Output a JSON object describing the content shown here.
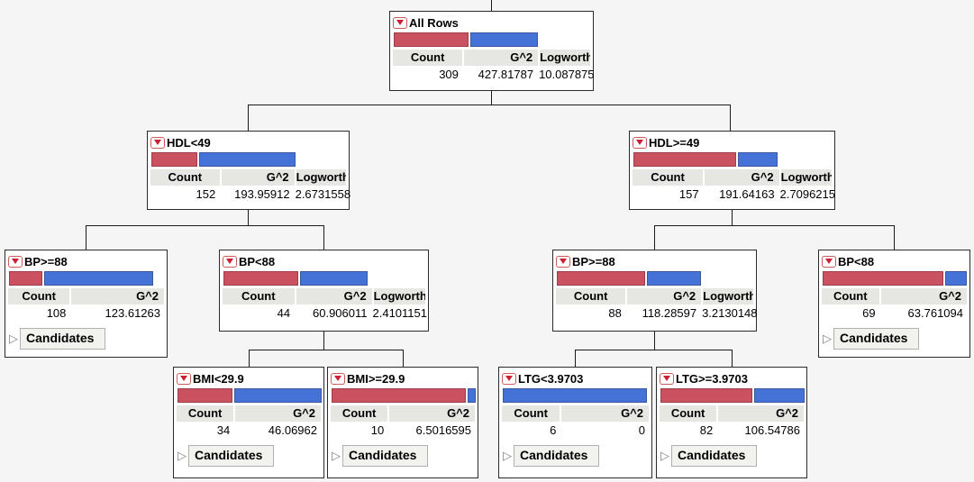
{
  "colors": {
    "red_bar": "#C95160",
    "blue_bar": "#4472D7",
    "node_border": "#2B2B2B",
    "header_bg": "#E6E6E3",
    "background": "#F5F5F5"
  },
  "table_headers": {
    "count": "Count",
    "g2": "G^2",
    "logworth": "Logworth"
  },
  "candidates_label": "Candidates",
  "nodes": [
    {
      "title": "All Rows",
      "count": "309",
      "g2": "427.81787",
      "logworth": "10.087875",
      "red_pct": 52
    },
    {
      "title": "HDL<49",
      "count": "152",
      "g2": "193.95912",
      "logworth": "2.6731558",
      "red_pct": 32
    },
    {
      "title": "HDL>=49",
      "count": "157",
      "g2": "191.64163",
      "logworth": "2.7096215",
      "red_pct": 71
    },
    {
      "title": "BP>=88",
      "count": "108",
      "g2": "123.61263",
      "red_pct": 23
    },
    {
      "title": "BP<88",
      "count": "44",
      "g2": "60.906011",
      "logworth": "2.4101151",
      "red_pct": 52
    },
    {
      "title": "BP>=88",
      "count": "88",
      "g2": "118.28597",
      "logworth": "3.2130148",
      "red_pct": 61
    },
    {
      "title": "BP<88",
      "count": "69",
      "g2": "63.761094",
      "red_pct": 84
    },
    {
      "title": "BMI<29.9",
      "count": "34",
      "g2": "46.06962",
      "red_pct": 38
    },
    {
      "title": "BMI>=29.9",
      "count": "10",
      "g2": "6.5016595",
      "red_pct": 93
    },
    {
      "title": "LTG<3.9703",
      "count": "6",
      "g2": "0",
      "red_pct": 0
    },
    {
      "title": "LTG>=3.9703",
      "count": "82",
      "g2": "106.54786",
      "red_pct": 64
    }
  ]
}
